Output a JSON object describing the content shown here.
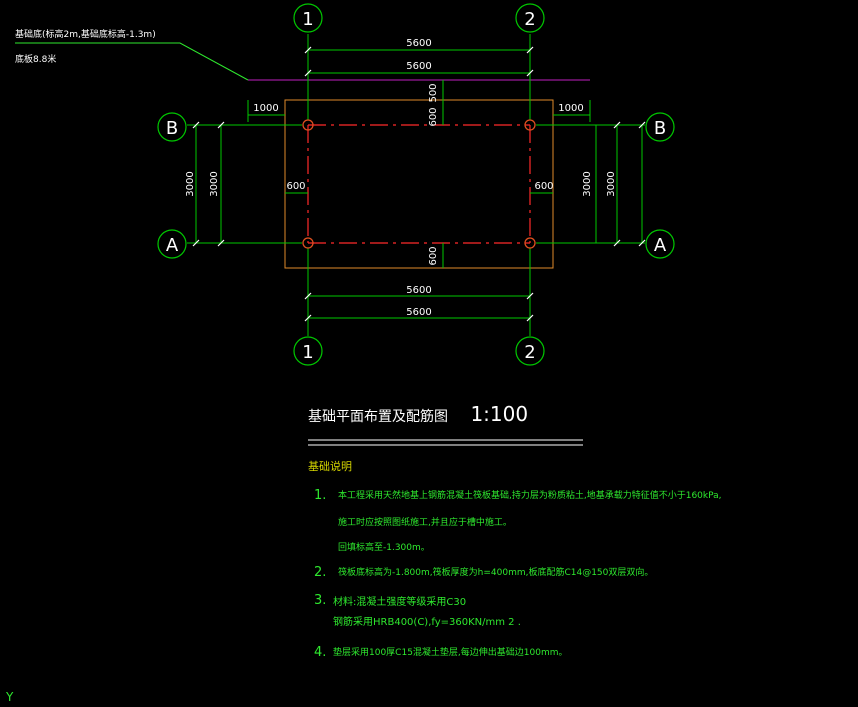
{
  "axes": {
    "col1": "1",
    "col2": "2",
    "rowA": "A",
    "rowB": "B"
  },
  "dims": {
    "span_top_1": "5600",
    "span_top_2": "5600",
    "span_bot_1": "5600",
    "span_bot_2": "5600",
    "left_ext": "1000",
    "right_ext": "1000",
    "top_500": "500",
    "top_600": "600",
    "bot_600": "600",
    "left_600": "600",
    "right_600": "600",
    "left_3000_a": "3000",
    "left_3000_b": "3000",
    "right_3000_a": "3000",
    "right_3000_b": "3000"
  },
  "leader": {
    "line1": "基础底(标高2m,基础底标高-1.3m)",
    "line2": "底板8.8米"
  },
  "title": {
    "text": "基础平面布置及配筋图",
    "scale": "1:100"
  },
  "notes": {
    "heading": "基础说明",
    "n1_num": "1.",
    "n1_a": "本工程采用天然地基上钢筋混凝土筏板基础,持力层为粉质粘土,地基承载力特征值不小于160kPa,",
    "n1_b": "施工时应按照图纸施工,并且应于槽中施工。",
    "n1_c": "回填标高至-1.300m。",
    "n2_num": "2.",
    "n2": "筏板底标高为-1.800m,筏板厚度为h=400mm,板底配筋C14@150双层双向。",
    "n3_num": "3.",
    "n3_a": "材料:混凝土强度等级采用C30",
    "n3_b": "钢筋采用HRB400(C),fy=360KN/mm 2 .",
    "n4_num": "4.",
    "n4": "垫层采用100厚C15混凝土垫层,每边伸出基础边100mm。"
  },
  "ucs": "Y",
  "colors": {
    "grid": "#00c800",
    "axis_line": "#ff2a2a",
    "outline": "#e08a2a",
    "column": "#e05020",
    "magenta": "#c020c0",
    "text": "#ffffff",
    "notes": "#2ee82e"
  }
}
